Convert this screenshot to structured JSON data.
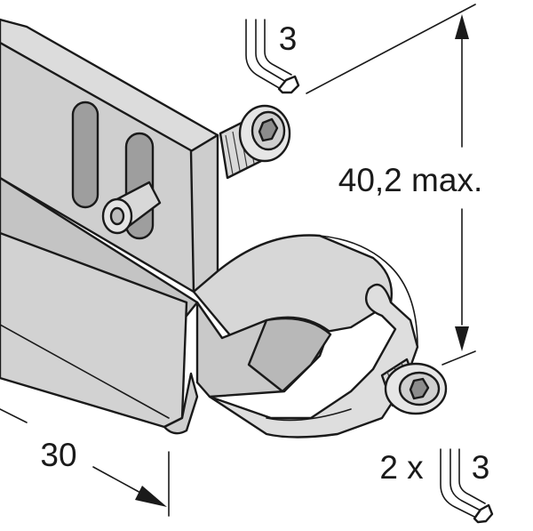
{
  "labels": {
    "height_dimension": "40,2 max.",
    "width_dimension": "30",
    "top_wrench_size": "3",
    "bottom_wrench_count": "2 x",
    "bottom_wrench_size": "3"
  },
  "colors": {
    "line": "#1a1a1a",
    "body_fill": "#cfcfcf",
    "body_face": "#e2e2e2",
    "shadow_fill": "#b9b9b9",
    "background": "#ffffff"
  },
  "icons": {
    "top_tool": "hex-key-icon",
    "bottom_tool": "hex-key-icon"
  }
}
